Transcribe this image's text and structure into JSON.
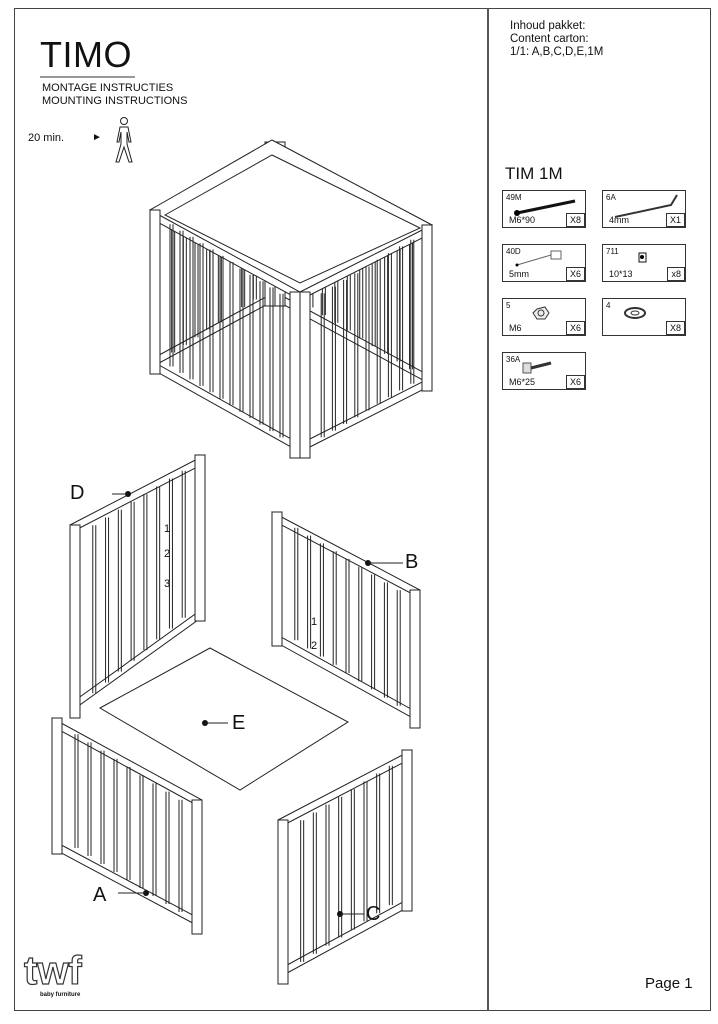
{
  "header": {
    "title": "TIMO",
    "subtitle_nl": "MONTAGE INSTRUCTIES",
    "subtitle_en": "MOUNTING INSTRUCTIONS",
    "time": "20 min.",
    "persons_icon": "person-icon"
  },
  "contents": {
    "line1": "Inhoud pakket:",
    "line2": "Content carton:",
    "line3": "1/1:  A,B,C,D,E,1M"
  },
  "hardware": {
    "title": "TIM 1M",
    "parts": [
      {
        "code": "49M",
        "size": "M6*90",
        "qty": "X8",
        "icon": "long-bolt-icon"
      },
      {
        "code": "6A",
        "size": "4mm",
        "qty": "X1",
        "icon": "allen-key-icon"
      },
      {
        "code": "40D",
        "size": "5mm",
        "qty": "X6",
        "icon": "key-wrench-icon"
      },
      {
        "code": "711",
        "size": "10*13",
        "qty": "x8",
        "icon": "barrel-nut-icon"
      },
      {
        "code": "5",
        "size": "M6",
        "qty": "X6",
        "icon": "nut-icon"
      },
      {
        "code": "4",
        "size": "",
        "qty": "X8",
        "icon": "washer-icon"
      },
      {
        "code": "36A",
        "size": "M6*25",
        "qty": "X6",
        "icon": "short-bolt-icon"
      }
    ]
  },
  "labels": {
    "A": "A",
    "B": "B",
    "C": "C",
    "D": "D",
    "E": "E",
    "n1": "1",
    "n2": "2",
    "n3": "3"
  },
  "logo": {
    "text": "twf",
    "sub": "baby furniture"
  },
  "footer": {
    "page": "Page 1"
  }
}
